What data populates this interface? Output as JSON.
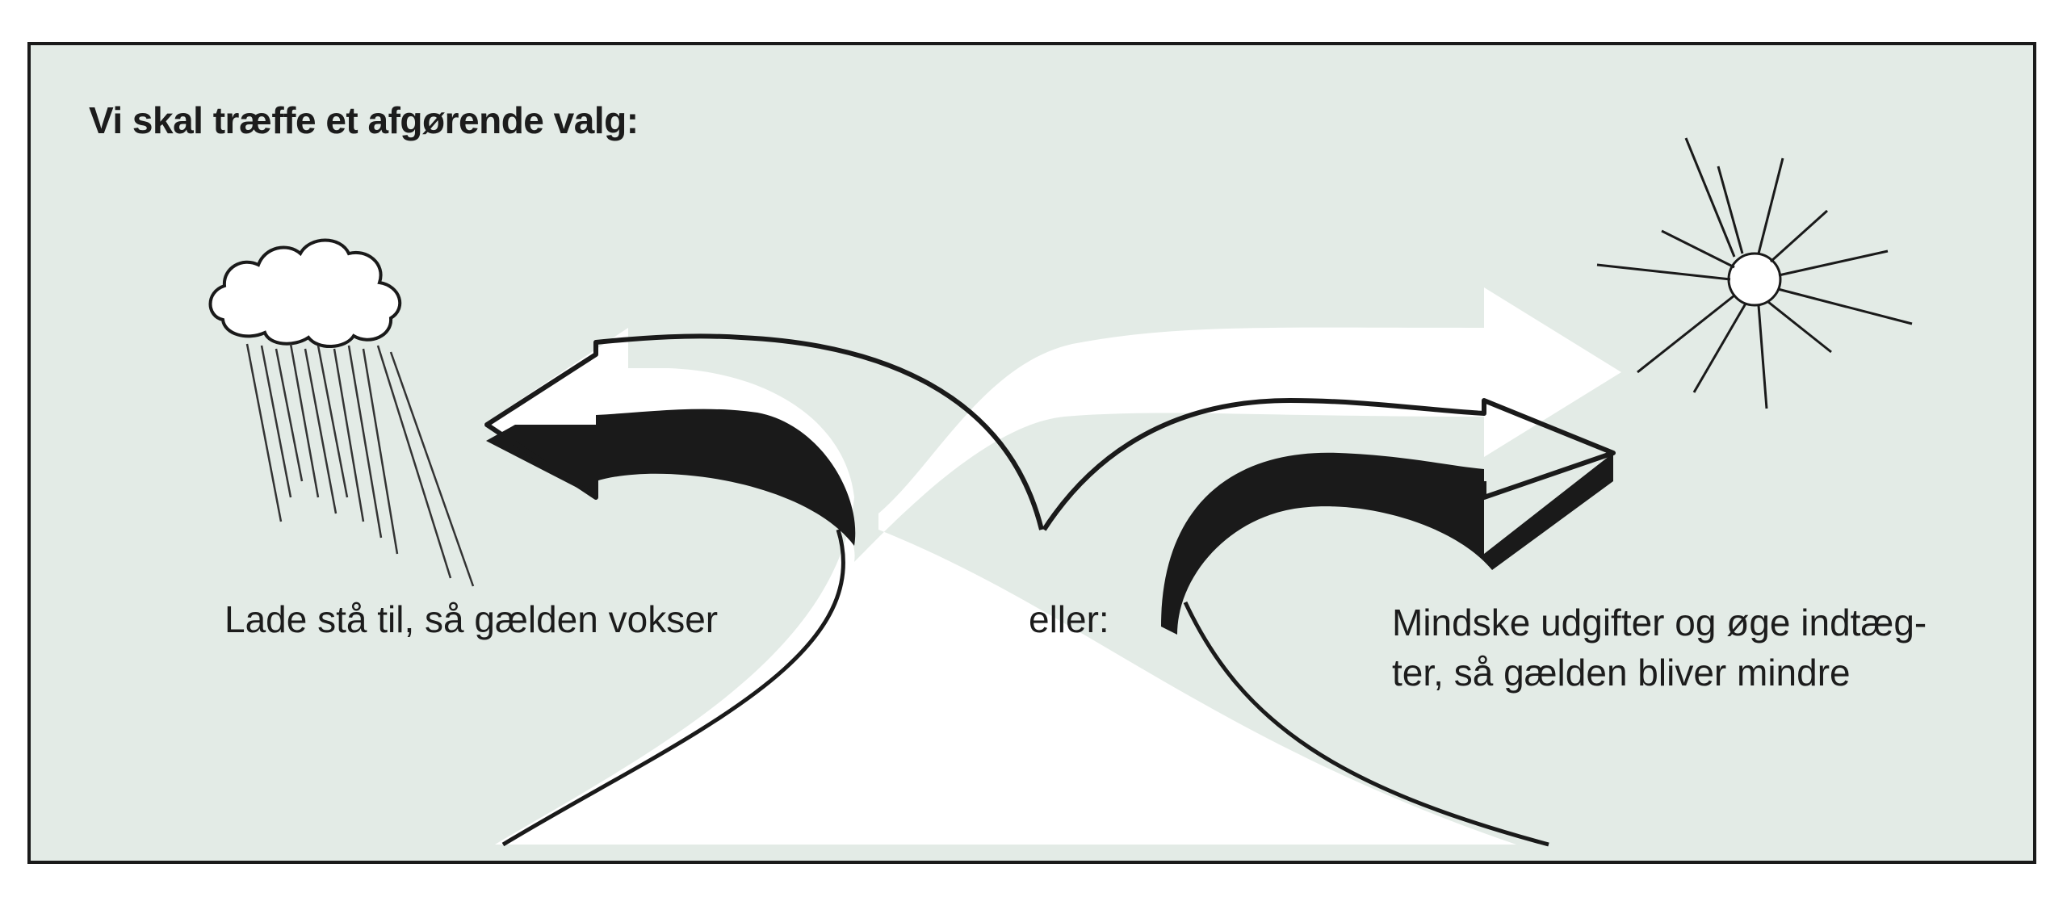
{
  "colors": {
    "panel_background": "#e3ebe6",
    "ink": "#1a1a1a",
    "road": "#ffffff"
  },
  "icons": {
    "left": "rain-cloud-icon",
    "right": "sun-icon"
  },
  "heading": "Vi skal træffe et afgørende valg:",
  "left_option": "Lade stå til, så gælden vokser",
  "connector": "eller:",
  "right_option": {
    "line1": "Mindske udgifter og øge indtæg-",
    "line2": "ter, så gælden bliver mindre"
  }
}
